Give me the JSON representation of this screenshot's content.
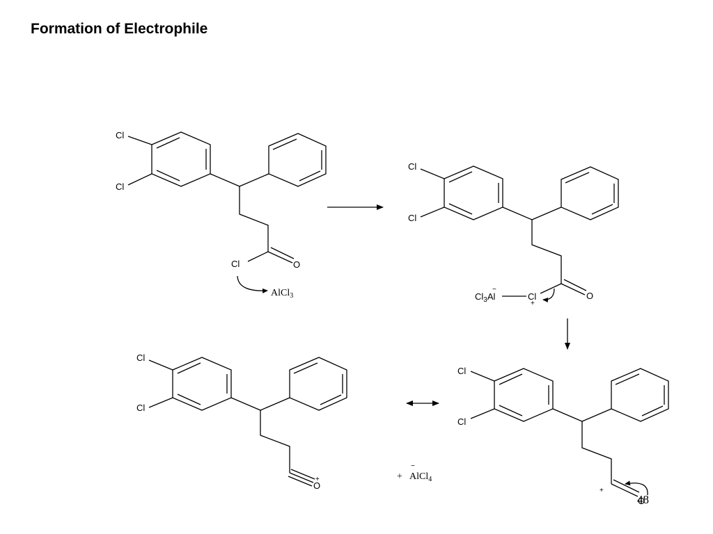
{
  "slide": {
    "title": "Formation of Electrophile",
    "page_number": "48"
  },
  "labels": {
    "cl": "Cl",
    "o": "O",
    "oplus": "O",
    "alcl3": "AlCl",
    "alcl3_sub": "3",
    "cl3": "Cl",
    "cl3_sub": "3",
    "al": "Al",
    "minus": "−",
    "plus": "+",
    "alcl4_prefix": "+",
    "alcl4": "AlCl",
    "alcl4_sub": "4"
  }
}
